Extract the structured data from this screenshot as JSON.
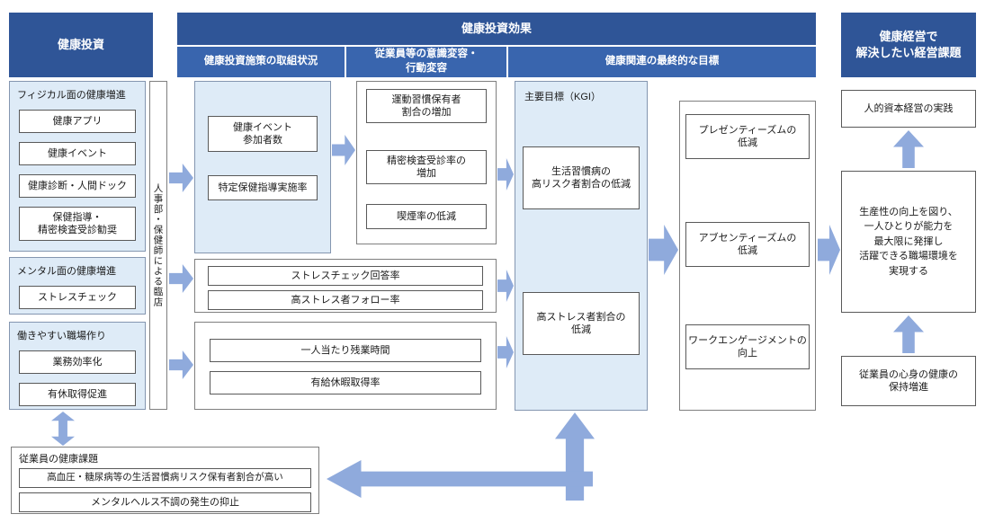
{
  "colors": {
    "header_dark_blue": "#2F5597",
    "header_mid_blue": "#3965AE",
    "light_blue_fill": "#DEEBF7",
    "arrow_blue": "#8FAADC",
    "box_border": "#595959"
  },
  "headers": {
    "investment": "健康投資",
    "effect": "健康投資効果",
    "sub_initiatives": "健康投資施策の取組状況",
    "sub_behavior": "従業員等の意識変容・\n行動変容",
    "sub_goals": "健康関連の最終的な目標",
    "management": "健康経営で\n解決したい経営課題"
  },
  "investment": {
    "physical": {
      "title": "フィジカル面の健康増進",
      "items": [
        "健康アプリ",
        "健康イベント",
        "健康診断・人間ドック",
        "保健指導・\n精密検査受診勧奨"
      ]
    },
    "mental": {
      "title": "メンタル面の健康増進",
      "items": [
        "ストレスチェック"
      ]
    },
    "workplace": {
      "title": "働きやすい職場作り",
      "items": [
        "業務効率化",
        "有休取得促進"
      ]
    },
    "vertical_note": "人事部・保健師による臨店"
  },
  "initiatives": {
    "health_metrics": [
      "健康イベント\n参加者数",
      "特定保健指導実施率"
    ],
    "stress_metrics": [
      "ストレスチェック回答率",
      "高ストレス者フォロー率"
    ],
    "workstyle_metrics": [
      "一人当たり残業時間",
      "有給休暇取得率"
    ]
  },
  "behavior": {
    "items": [
      "運動習慣保有者\n割合の増加",
      "精密検査受診率の\n増加",
      "喫煙率の低減"
    ]
  },
  "goals": {
    "kgi_label": "主要目標（KGI）",
    "kgi_items": [
      "生活習慣病の\n高リスク者割合の低減",
      "高ストレス者割合の\n低減"
    ],
    "outcomes": [
      "プレゼンティーズムの\n低減",
      "アブセンティーズムの\n低減",
      "ワークエンゲージメントの\n向上"
    ]
  },
  "management": {
    "items": [
      "人的資本経営の実践",
      "生産性の向上を図り、\n一人ひとりが能力を\n最大限に発揮し\n活躍できる職場環境を\n実現する",
      "従業員の心身の健康の\n保持増進"
    ]
  },
  "issues": {
    "title": "従業員の健康課題",
    "items": [
      "高血圧・糖尿病等の生活習慣病リスク保有者割合が高い",
      "メンタルヘルス不調の発生の抑止"
    ]
  }
}
